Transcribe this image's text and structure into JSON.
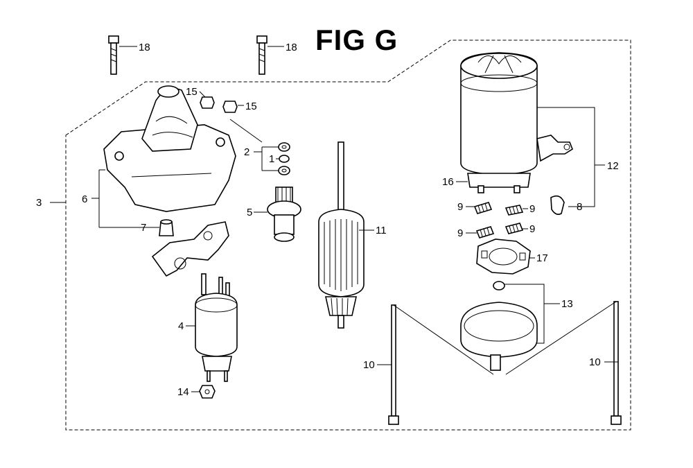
{
  "figure": {
    "title": "FIG G"
  },
  "callouts": {
    "c18a": "18",
    "c18b": "18",
    "c15a": "15",
    "c15b": "15",
    "c3": "3",
    "c6": "6",
    "c7": "7",
    "c2": "2",
    "c1": "1",
    "c5": "5",
    "c11": "11",
    "c4": "4",
    "c14": "14",
    "c10a": "10",
    "c10b": "10",
    "c12": "12",
    "c16": "16",
    "c8": "8",
    "c9a": "9",
    "c9b": "9",
    "c9c": "9",
    "c9d": "9",
    "c17": "17",
    "c13": "13"
  }
}
